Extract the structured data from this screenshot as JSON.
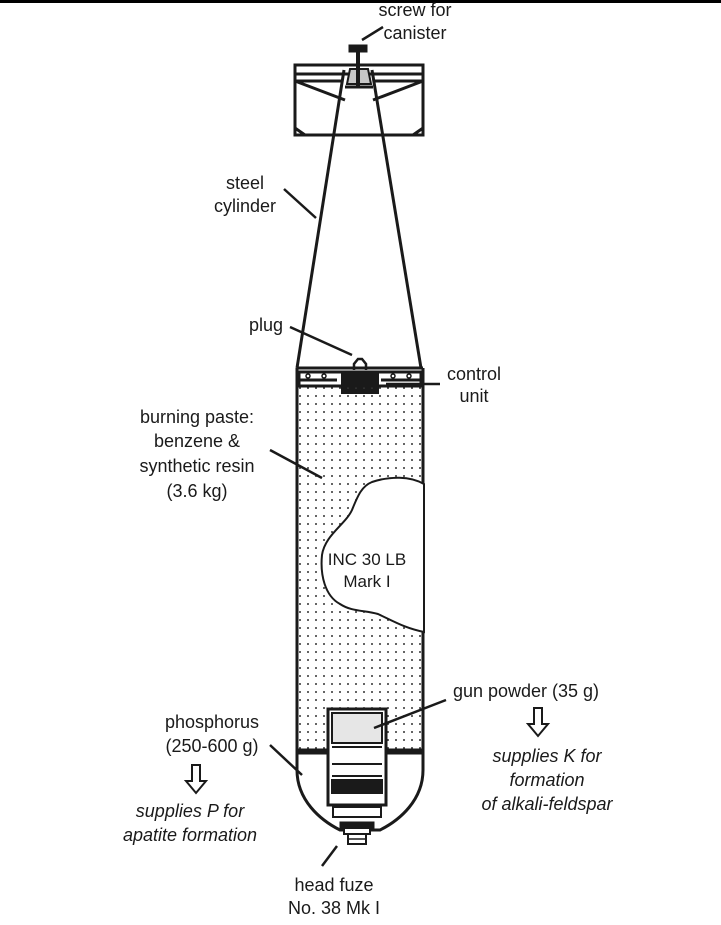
{
  "labels": {
    "screw": [
      "screw for",
      "canister"
    ],
    "steel_cylinder": [
      "steel",
      "cylinder"
    ],
    "plug": "plug",
    "control_unit": [
      "control",
      "unit"
    ],
    "burning_paste": [
      "burning paste:",
      "benzene &",
      "synthetic resin",
      "(3.6 kg)"
    ],
    "bomb_name": [
      "INC 30 LB",
      "Mark I"
    ],
    "gun_powder": "gun powder (35 g)",
    "supplies_k": [
      "supplies K for",
      "formation",
      "of alkali-feldspar"
    ],
    "phosphorus": [
      "phosphorus",
      "(250-600 g)"
    ],
    "supplies_p": [
      "supplies P for",
      "apatite formation"
    ],
    "head_fuze": [
      "head fuze",
      "No. 38 Mk I"
    ]
  },
  "colors": {
    "ink": "#1a1a1a",
    "light_gray": "#d8d8d8",
    "very_light_gray": "#e6e6e6"
  }
}
